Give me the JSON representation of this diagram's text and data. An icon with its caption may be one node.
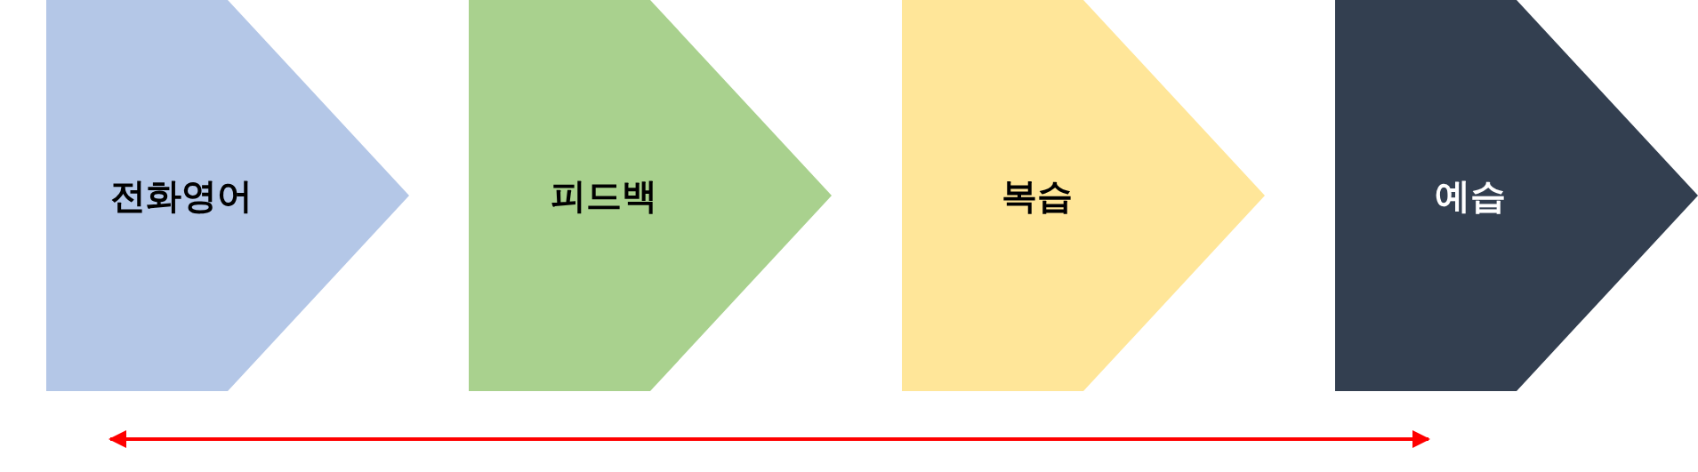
{
  "diagram": {
    "nodes": [
      {
        "text": [
          "전화영어"
        ]
      },
      {
        "text": [
          "피드백"
        ]
      },
      {
        "text": [
          "복습"
        ]
      },
      {
        "text": [
          "예습"
        ]
      }
    ],
    "edges": []
  }
}
